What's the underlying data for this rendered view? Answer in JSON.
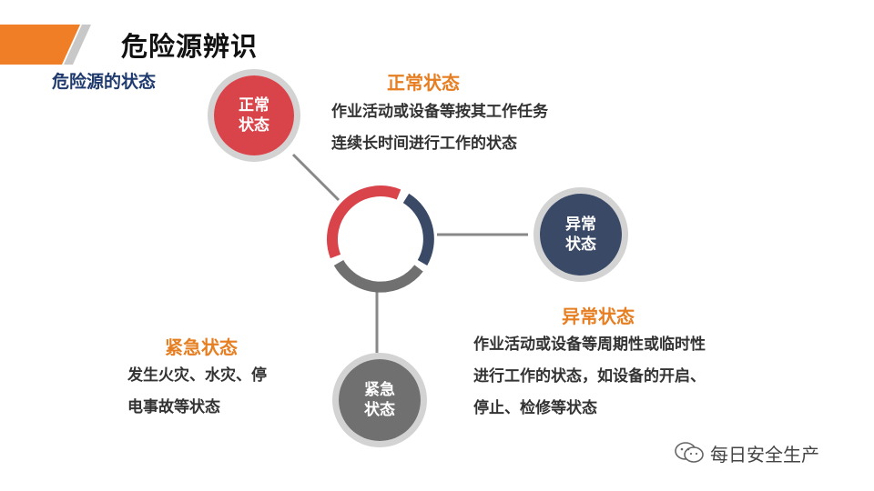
{
  "page": {
    "title": "危险源辨识",
    "subtitle": "危险源的状态"
  },
  "nodes": {
    "normal": {
      "line1": "正常",
      "line2": "状态"
    },
    "abnormal": {
      "line1": "异常",
      "line2": "状态"
    },
    "emergency": {
      "line1": "紧急",
      "line2": "状态"
    }
  },
  "sections": {
    "normal": {
      "heading": "正常状态",
      "lines": [
        "作业活动或设备等按其工作任务",
        "连续长时间进行工作的状态"
      ]
    },
    "abnormal": {
      "heading": "异常状态",
      "lines": [
        "作业活动或设备等周期性或临时性",
        "进行工作的状态，如设备的开启、",
        "停止、检修等状态"
      ]
    },
    "emergency": {
      "heading": "紧急状态",
      "lines": [
        "发生火灾、水灾、停",
        "电事故等状态"
      ]
    }
  },
  "watermark": {
    "text": "每日安全生产",
    "icon": "wechat-icon"
  },
  "colors": {
    "accent_orange": "#f07e26",
    "red": "#d9434a",
    "navy": "#3a4a66",
    "gray": "#707070",
    "heading_orange": "#e67e22",
    "subtitle_blue": "#1f3a6e"
  }
}
